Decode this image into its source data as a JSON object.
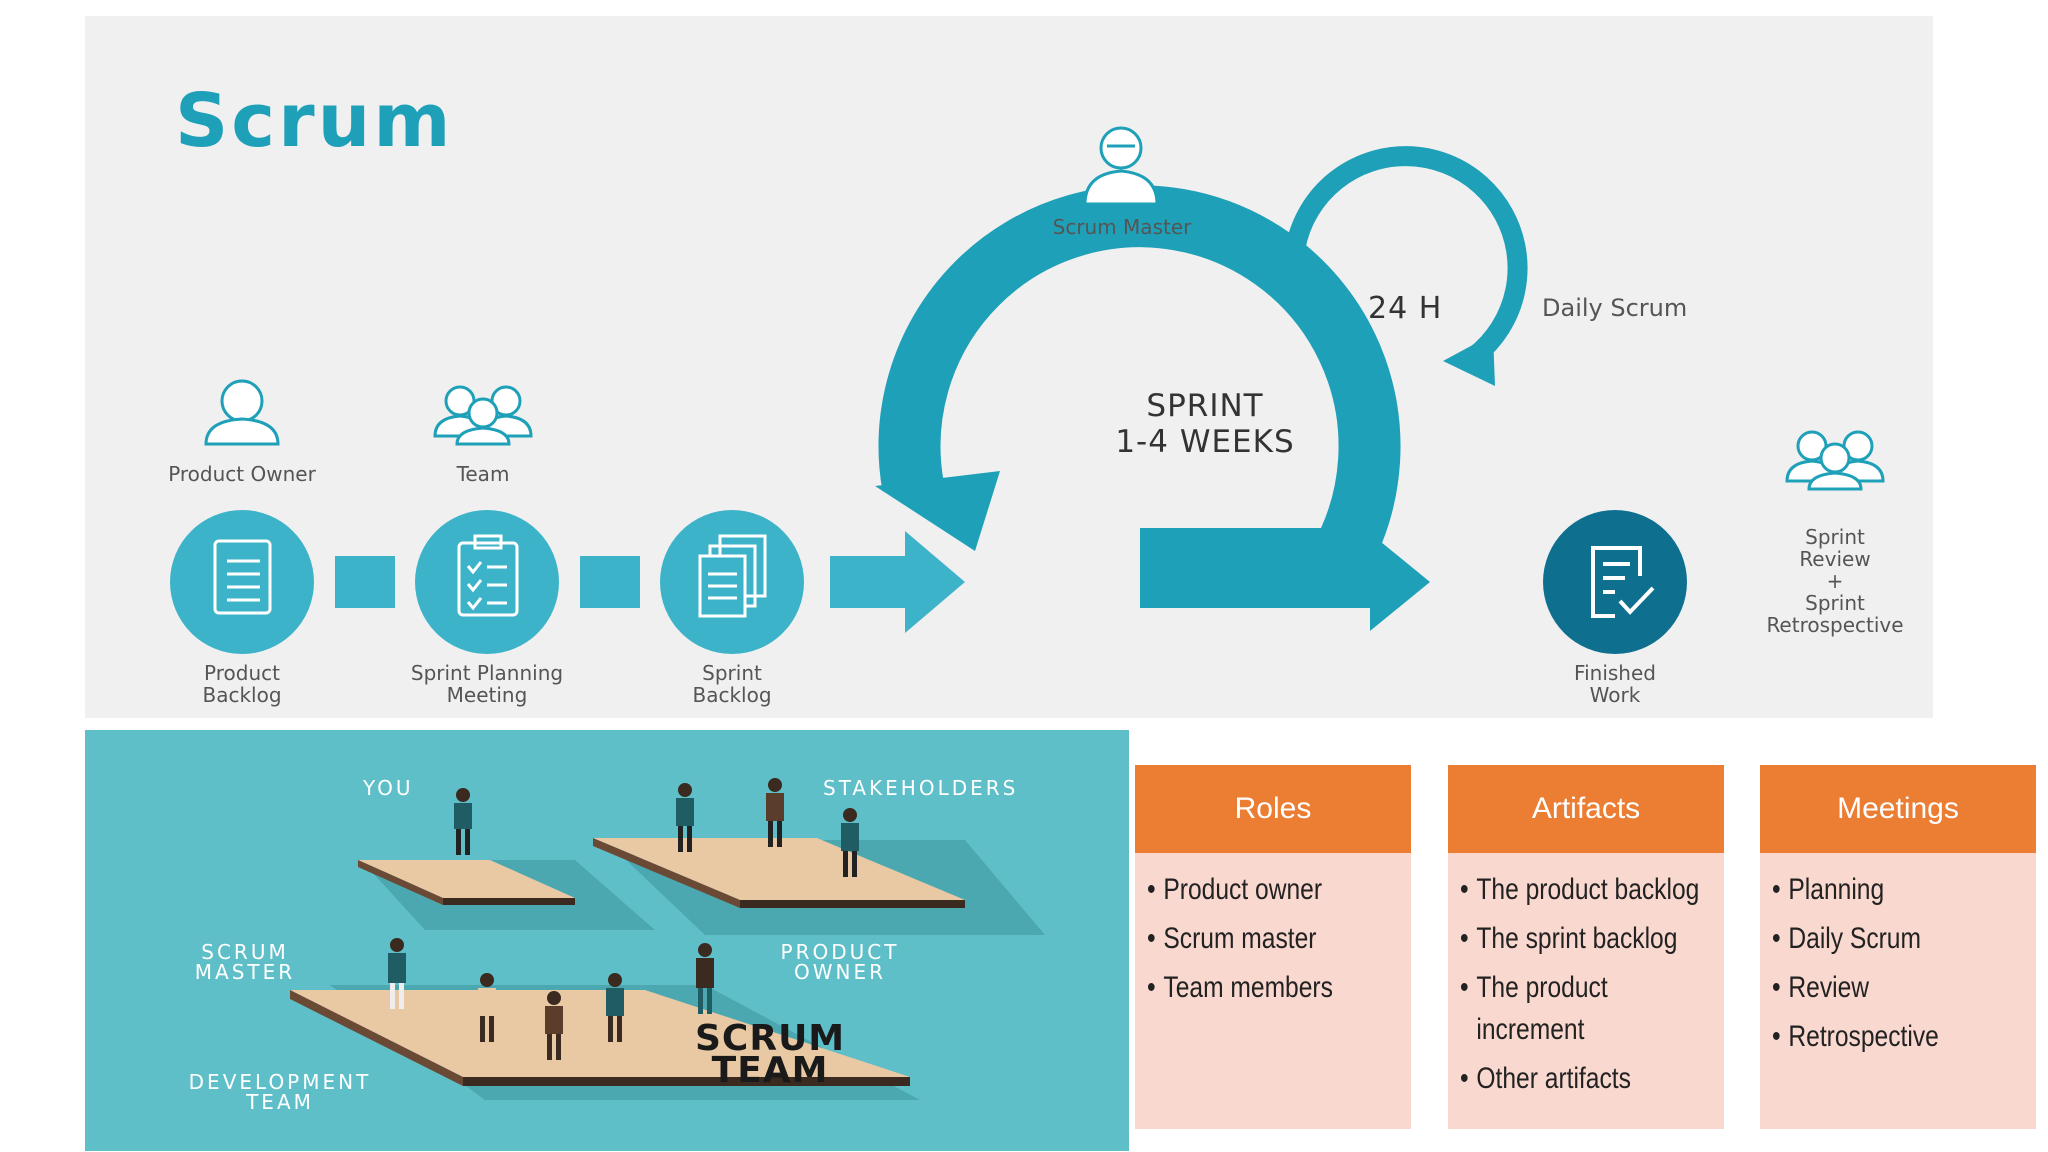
{
  "diagram": {
    "title": "Scrum",
    "roles": {
      "scrum_master": "Scrum Master",
      "product_owner": "Product Owner",
      "team": "Team",
      "review": [
        "Sprint",
        "Review",
        "+",
        "Sprint",
        "Retrospective"
      ]
    },
    "sprint_lines": [
      "SPRINT",
      "1-4 WEEKS"
    ],
    "daily_cycle": "24 H",
    "daily_scrum": "Daily Scrum",
    "steps": {
      "product_backlog": [
        "Product",
        "Backlog"
      ],
      "sprint_planning": [
        "Sprint Planning",
        "Meeting"
      ],
      "sprint_backlog": [
        "Sprint",
        "Backlog"
      ],
      "finished_work": [
        "Finished",
        "Work"
      ]
    },
    "colors": {
      "primary": "#1fa0b9",
      "light_circle": "#3db3c9",
      "dark_circle": "#0f6f8f",
      "bg": "#f0f0f0"
    }
  },
  "team_illustration": {
    "you": "YOU",
    "stakeholders": "STAKEHOLDERS",
    "scrum_master": [
      "SCRUM",
      "MASTER"
    ],
    "product_owner": [
      "PRODUCT",
      "OWNER"
    ],
    "development_team": [
      "DEVELOPMENT",
      "TEAM"
    ],
    "scrum_team": [
      "SCRUM",
      "TEAM"
    ],
    "colors": {
      "bg": "#5fbfc8",
      "platform": "#e8c9a3"
    }
  },
  "columns": [
    {
      "title": "Roles",
      "items": [
        "Product owner",
        "Scrum master",
        "Team members"
      ]
    },
    {
      "title": "Artifacts",
      "items": [
        "The product backlog",
        "The sprint backlog",
        "The product increment",
        "Other artifacts"
      ]
    },
    {
      "title": "Meetings",
      "items": [
        "Planning",
        "Daily Scrum",
        "Review",
        "Retrospective"
      ]
    }
  ],
  "column_colors": {
    "header": "#ec7e34",
    "body": "#f9d8cf"
  }
}
